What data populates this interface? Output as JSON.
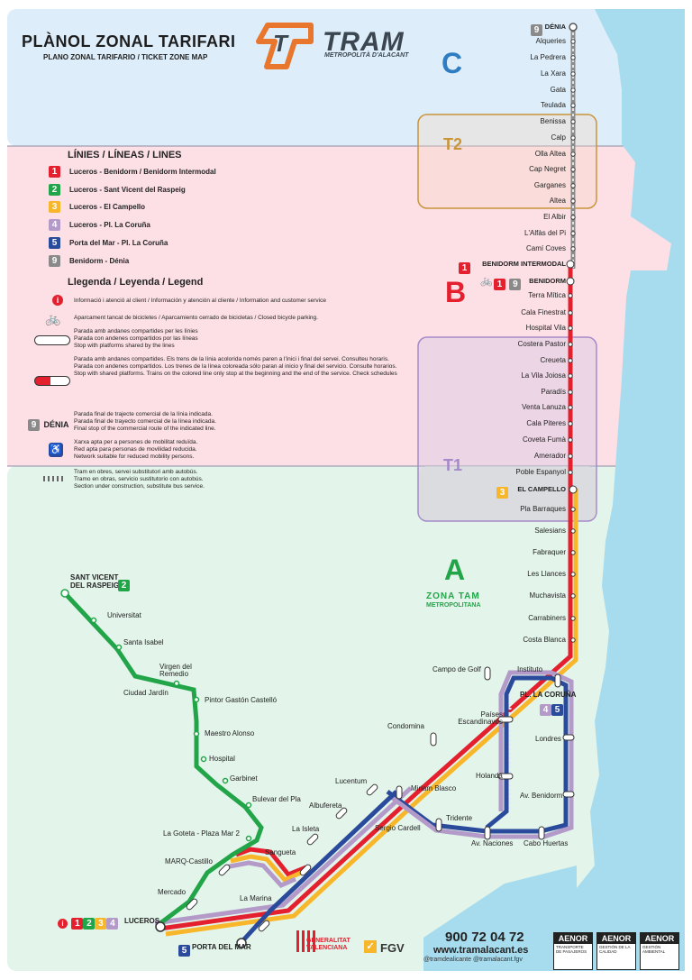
{
  "header": {
    "title": "PLÀNOL ZONAL TARIFARI",
    "subtitle": "PLANO ZONAL TARIFARIO / TICKET ZONE MAP",
    "logo_letter": "T",
    "brand": "TRAM",
    "brand_sub": "METROPOLITÀ D'ALACANT"
  },
  "zones": {
    "c": "C",
    "b": "B",
    "a": "A",
    "t1": "T1",
    "t2": "T2",
    "a_label": "ZONA TAM",
    "a_sub": "METROPOLITANA"
  },
  "colors": {
    "zone_c": "#ddeefa",
    "zone_b": "#fce0e6",
    "zone_a": "#e3f4ea",
    "sea": "#a7dcef",
    "line1": "#e4202e",
    "line2": "#22a548",
    "line3": "#f8b62a",
    "line4": "#b39ac9",
    "line5": "#2a4a9c",
    "line9": "#8a8a8a"
  },
  "lines_legend": {
    "heading": "LÍNIES / LÍNEAS / LINES",
    "items": [
      {
        "num": "1",
        "color": "#e4202e",
        "label": "Luceros - Benidorm / Benidorm Intermodal"
      },
      {
        "num": "2",
        "color": "#22a548",
        "label": "Luceros - Sant Vicent del Raspeig"
      },
      {
        "num": "3",
        "color": "#f8b62a",
        "label": "Luceros - El Campello"
      },
      {
        "num": "4",
        "color": "#b39ac9",
        "label": "Luceros - Pl. La Coruña"
      },
      {
        "num": "5",
        "color": "#2a4a9c",
        "label": "Porta del Mar - Pl. La Coruña"
      },
      {
        "num": "9",
        "color": "#8a8a8a",
        "label": "Benidorm - Dénia"
      }
    ]
  },
  "legend": {
    "heading": "Llegenda / Leyenda / Legend",
    "info": "Informació i atenció al client / Información y atención al cliente / Information and customer service",
    "bikes": "Aparcament tancat de bicicletes / Aparcamiento cerrado de bicicletas / Closed bicycle parking.",
    "shared": "Parada amb andanes compartides per les línies\nParada con andenes compartidos por las líneas\nStop with platforms shared by the lines",
    "shared_colored": "Parada amb andanes compartides. Els trens de la línia acolorida només paren a l'inici i final del servei. Consulteu horaris.\nParada con andenes compartidos. Los trenes de la línea coloreada sólo paran al inicio y final del servicio. Consulte horarios.\nStop with shared platforms. Trains on the colored line only stop at the beginning and the end of the service. Check schedules",
    "final_example_num": "9",
    "final_example": "DÉNIA",
    "final": "Parada final de trajecte comercial de la línia indicada.\nParada final de trayecto comercial de la línea indicada.\nFinal stop of the commercial route of the indicated line.",
    "access": "Xarxa apta per a persones de mobilitat reduïda.\nRed apta para personas de movilidad reducida.\nNetwork suitable for reduced mobility persons.",
    "works": "Tram en obres, servei substitutori amb autobús.\nTramo en obras, servicio sustitutorio con autobús.\nSection under construction, substitute bus service."
  },
  "stations_north": [
    "DÉNIA",
    "Alqueries",
    "La Pedrera",
    "La Xara",
    "Gata",
    "Teulada",
    "Benissa",
    "Calp",
    "Olla Altea",
    "Cap Negret",
    "Garganes",
    "Altea",
    "El Albir",
    "L'Alfàs del Pi",
    "Camí Coves",
    "BENIDORM INTERMODAL",
    "BENIDORM",
    "Terra Mítica",
    "Cala Finestrat",
    "Hospital Vila",
    "Costera Pastor",
    "Creueta",
    "La Vila Joiosa",
    "Paradís",
    "Venta Lanuza",
    "Cala Piteres",
    "Coveta Fumà",
    "Amerador",
    "Poble Espanyol",
    "EL CAMPELLO",
    "Pla Barraques",
    "Salesians",
    "Fabraquer",
    "Les Llances",
    "Muchavista",
    "Carrabiners",
    "Costa Blanca"
  ],
  "stations_city": {
    "campo_golf": "Campo de Golf",
    "condomina": "Condomina",
    "lucentum": "Lucentum",
    "albufereta": "Albufereta",
    "la_isleta": "La Isleta",
    "sangueta": "Sangueta",
    "marq": "MARQ-Castillo",
    "mercado": "Mercado",
    "la_marina": "La Marina",
    "luceros": "LUCEROS",
    "porta_del_mar": "PORTA DEL MAR",
    "instituto": "Instituto",
    "pl_coruna": "PL. LA CORUÑA",
    "paises": "Países\nEscandinavos",
    "londres": "Londres",
    "holanda": "Holanda",
    "av_benidorm": "Av. Benidorm",
    "miriam_blasco": "Miriam Blasco",
    "sergio_cardell": "Sergio Cardell",
    "tridente": "Tridente",
    "av_naciones": "Av. Naciones",
    "cabo_huertas": "Cabo Huertas"
  },
  "stations_l2": {
    "terminal": "SANT VICENT\nDEL RASPEIG",
    "universitat": "Universitat",
    "santa_isabel": "Santa Isabel",
    "virgen": "Virgen del\nRemedio",
    "ciudad_jardin": "Ciudad Jardín",
    "pintor": "Pintor Gastón Castelló",
    "maestro": "Maestro Alonso",
    "hospital": "Hospital",
    "garbinet": "Garbinet",
    "bulevar": "Bulevar del Pla",
    "goteta": "La Goteta - Plaza Mar 2"
  },
  "footer": {
    "phone": "900 72 04 72",
    "web": "www.tramalacant.es",
    "social": "@tramdealicante   @tramalacant.fgv",
    "generalitat": "GENERALITAT\nVALENCIANA",
    "fgv": "FGV",
    "aenor": [
      {
        "head": "AENOR",
        "text": "TRANSPORTE DE PASAJEROS"
      },
      {
        "head": "AENOR",
        "text": "GESTIÓN DE LA CALIDAD"
      },
      {
        "head": "AENOR",
        "text": "GESTIÓN AMBIENTAL"
      }
    ]
  }
}
